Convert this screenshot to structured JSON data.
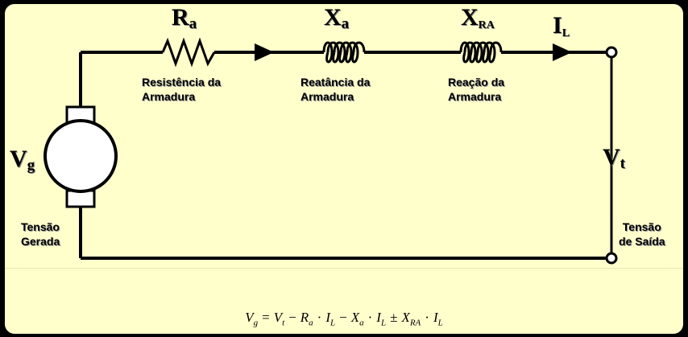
{
  "symbols": {
    "ra_main": "R",
    "ra_sub": "a",
    "xa_main": "X",
    "xa_sub": "a",
    "xra_main": "X",
    "xra_sub": "RA",
    "il_main": "I",
    "il_sub": "L",
    "vg_main": "V",
    "vg_sub": "g",
    "vt_main": "V",
    "vt_sub": "t"
  },
  "labels": {
    "resistencia_l1": "Resistência da",
    "resistencia_l2": "Armadura",
    "reatancia_l1": "Reatância da",
    "reatancia_l2": "Armadura",
    "reacao_l1": "Reação da",
    "reacao_l2": "Armadura",
    "tensao_gerada_l1": "Tensão",
    "tensao_gerada_l2": "Gerada",
    "tensao_saida_l1": "Tensão",
    "tensao_saida_l2": "de Saída"
  },
  "formula": {
    "t1": "V",
    "t1s": "g",
    "eq": "=",
    "t2": "V",
    "t2s": "t",
    "minus1": "−",
    "t3": "R",
    "t3s": "a",
    "dot1": "·",
    "t4": "I",
    "t4s": "L",
    "minus2": "−",
    "t5": "X",
    "t5s": "a",
    "dot2": "·",
    "t6": "I",
    "t6s": "L",
    "pm": "±",
    "t7": "X",
    "t7s": "RA",
    "dot3": "·",
    "t8": "I",
    "t8s": "L"
  },
  "colors": {
    "background": "#FFFFCC",
    "frame": "#000000",
    "wire": "#000000"
  }
}
